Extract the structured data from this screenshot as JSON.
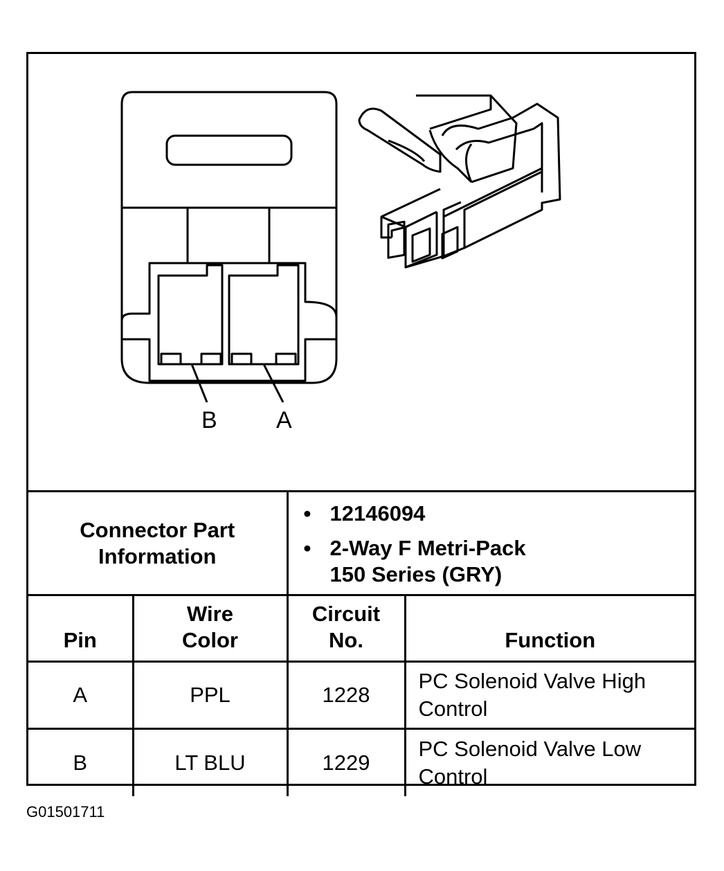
{
  "pin_labels": {
    "b": "B",
    "a": "A"
  },
  "connector_part": {
    "label_line1": "Connector Part",
    "label_line2": "Information",
    "items": [
      "12146094",
      "2-Way F Metri-Pack",
      "150 Series (GRY)"
    ]
  },
  "table": {
    "headers": {
      "pin": "Pin",
      "wire_color_line1": "Wire",
      "wire_color_line2": "Color",
      "circuit_line1": "Circuit",
      "circuit_line2": "No.",
      "function": "Function"
    },
    "rows": [
      {
        "pin": "A",
        "wire_color": "PPL",
        "circuit": "1228",
        "function_line1": "PC Solenoid Valve High",
        "function_line2": "Control"
      },
      {
        "pin": "B",
        "wire_color": "LT BLU",
        "circuit": "1229",
        "function_line1": "PC Solenoid Valve Low",
        "function_line2": "Control"
      }
    ]
  },
  "figure_code": "G01501711"
}
